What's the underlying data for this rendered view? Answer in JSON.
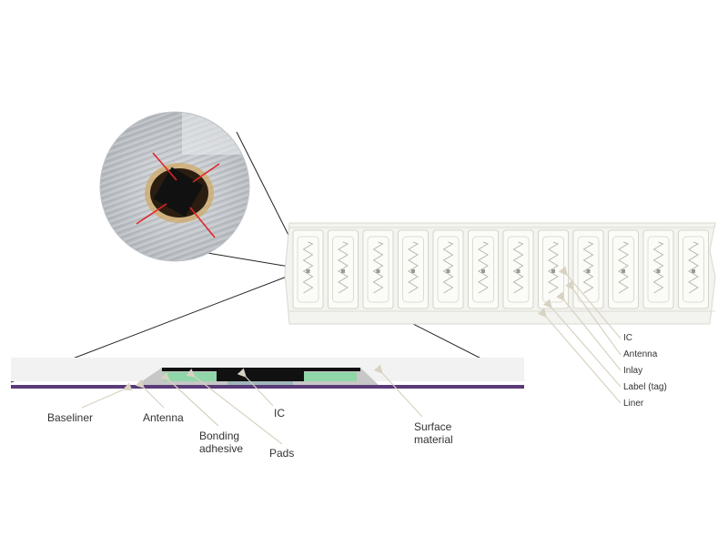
{
  "cross_section_labels": {
    "baseliner": "Baseliner",
    "antenna": "Antenna",
    "bonding_adhesive_line1": "Bonding",
    "bonding_adhesive_line2": "adhesive",
    "ic": "IC",
    "pads": "Pads",
    "surface_material_line1": "Surface",
    "surface_material_line2": "material"
  },
  "strip_labels": {
    "ic": "IC",
    "antenna": "Antenna",
    "inlay": "Inlay",
    "label_tag": "Label (tag)",
    "liner": "Liner"
  },
  "colors": {
    "baseliner": "#5a3a78",
    "pads": "#8fd6a8",
    "ic": "#111111",
    "strip": "#f3f3ef",
    "leader": "#d8d2c2"
  }
}
